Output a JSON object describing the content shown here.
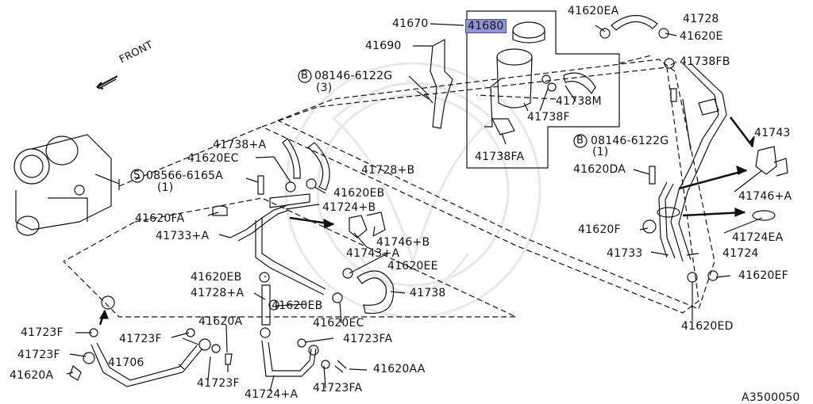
{
  "labels": {
    "p41670": "41670",
    "p41680": "41680",
    "p41690": "41690",
    "p41620EA": "41620EA",
    "p41728": "41728",
    "p41620E": "41620E",
    "p41738FB": "41738FB",
    "bolt_top": "08146-6122G",
    "bolt_top_qty": "(3)",
    "p41738M": "41738M",
    "p41738F": "41738F",
    "p41738FA": "41738FA",
    "bolt_right": "08146-6122G",
    "bolt_right_qty": "(1)",
    "p41743": "41743",
    "p41620DA": "41620DA",
    "p41746A": "41746+A",
    "front": "FRONT",
    "p41738A": "41738+A",
    "p41620EC": "41620EC",
    "screw": "08566-6165A",
    "screw_qty": "(1)",
    "p41728B": "41728+B",
    "p41620EB_top": "41620EB",
    "p41724B": "41724+B",
    "p41620FA": "41620FA",
    "p41733A": "41733+A",
    "p41746B": "41746+B",
    "p41743A": "41743+A",
    "p41620F": "41620F",
    "p41724EA": "41724EA",
    "p41733": "41733",
    "p41724": "41724",
    "p41620EE": "41620EE",
    "p41620EB_mid": "41620EB",
    "p41620EF": "41620EF",
    "p41728A": "41728+A",
    "p41738": "41738",
    "p41620EB_low": "41620EB",
    "p41620EC_low": "41620EC",
    "p41620ED": "41620ED",
    "p41620A_mid": "41620A",
    "p41723F_top": "41723F",
    "p41723F_mid": "41723F",
    "p41723F_left": "41723F",
    "p41723FA_right": "41723FA",
    "p41706": "41706",
    "p41620A_left": "41620A",
    "p41723F_bottom": "41723F",
    "p41724A": "41724+A",
    "p41723FA_bottom": "41723FA",
    "p41620AA": "41620AA",
    "diagram_code": "A3500050",
    "marker_B": "B",
    "marker_S": "S"
  },
  "colors": {
    "line": "#111111",
    "highlight": "#8f96d6",
    "watermark": "#e6e6e6"
  }
}
